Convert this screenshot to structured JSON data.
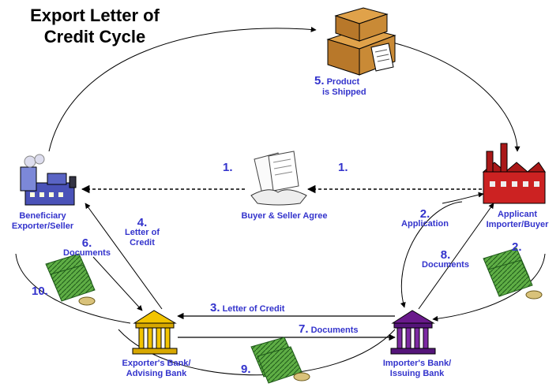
{
  "title": {
    "line1": "Export Letter of",
    "line2": "Credit Cycle"
  },
  "nodes": {
    "beneficiary": {
      "line1": "Beneficiary",
      "line2": "Exporter/Seller"
    },
    "applicant": {
      "line1": "Applicant",
      "line2": "Importer/Buyer"
    },
    "advising_bank": {
      "line1": "Exporter's Bank/",
      "line2": "Advising Bank"
    },
    "issuing_bank": {
      "line1": "Importer's Bank/",
      "line2": "Issuing Bank"
    },
    "agreement": {
      "label": "Buyer & Seller Agree"
    }
  },
  "steps": {
    "s1_left": {
      "num": "1."
    },
    "s1_right": {
      "num": "1."
    },
    "s2_application": {
      "num": "2.",
      "label": "Application"
    },
    "s2_money": {
      "num": "2."
    },
    "s3": {
      "num": "3.",
      "label": "Letter of Credit"
    },
    "s4": {
      "num": "4.",
      "line1": "Letter of",
      "line2": "Credit"
    },
    "s5": {
      "num": "5.",
      "label": "Product",
      "line2": "is Shipped"
    },
    "s6": {
      "num": "6.",
      "label": "Documents"
    },
    "s7": {
      "num": "7.",
      "label": "Documents"
    },
    "s8": {
      "num": "8.",
      "label": "Documents"
    },
    "s9": {
      "num": "9."
    },
    "s10": {
      "num": "10."
    }
  },
  "colors": {
    "label": "#3333cc",
    "bank_advising": "#f2c400",
    "bank_issuing": "#6a1a8c",
    "money": "#3f8f2f",
    "factory_red": "#cc2222"
  }
}
